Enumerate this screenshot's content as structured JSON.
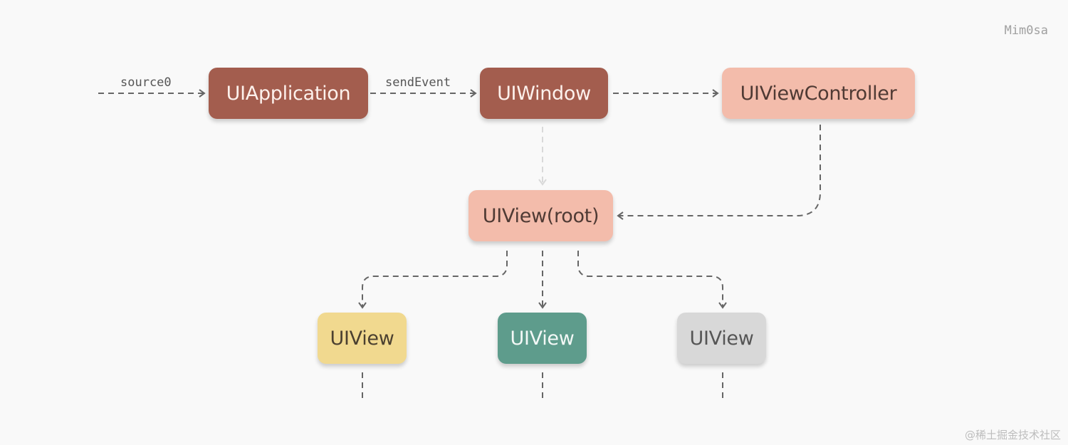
{
  "watermark": "Mim0sa",
  "footer_mark": "@稀土掘金技术社区",
  "edge_labels": {
    "source": "source0",
    "send_event": "sendEvent"
  },
  "nodes": {
    "ui_application": "UIApplication",
    "ui_window": "UIWindow",
    "ui_view_controller": "UIViewController",
    "root_view": "UIView(root)",
    "child_view_1": "UIView",
    "child_view_2": "UIView",
    "child_view_3": "UIView"
  },
  "colors": {
    "background": "#f9f9f9",
    "dark_node": "#a35d4e",
    "pink_node": "#f3bcab",
    "yellow_node": "#f1d98f",
    "green_node": "#5e9c8c",
    "gray_node": "#d8d8d8",
    "edge": "#666666",
    "faint_edge": "#d9d9d9"
  }
}
